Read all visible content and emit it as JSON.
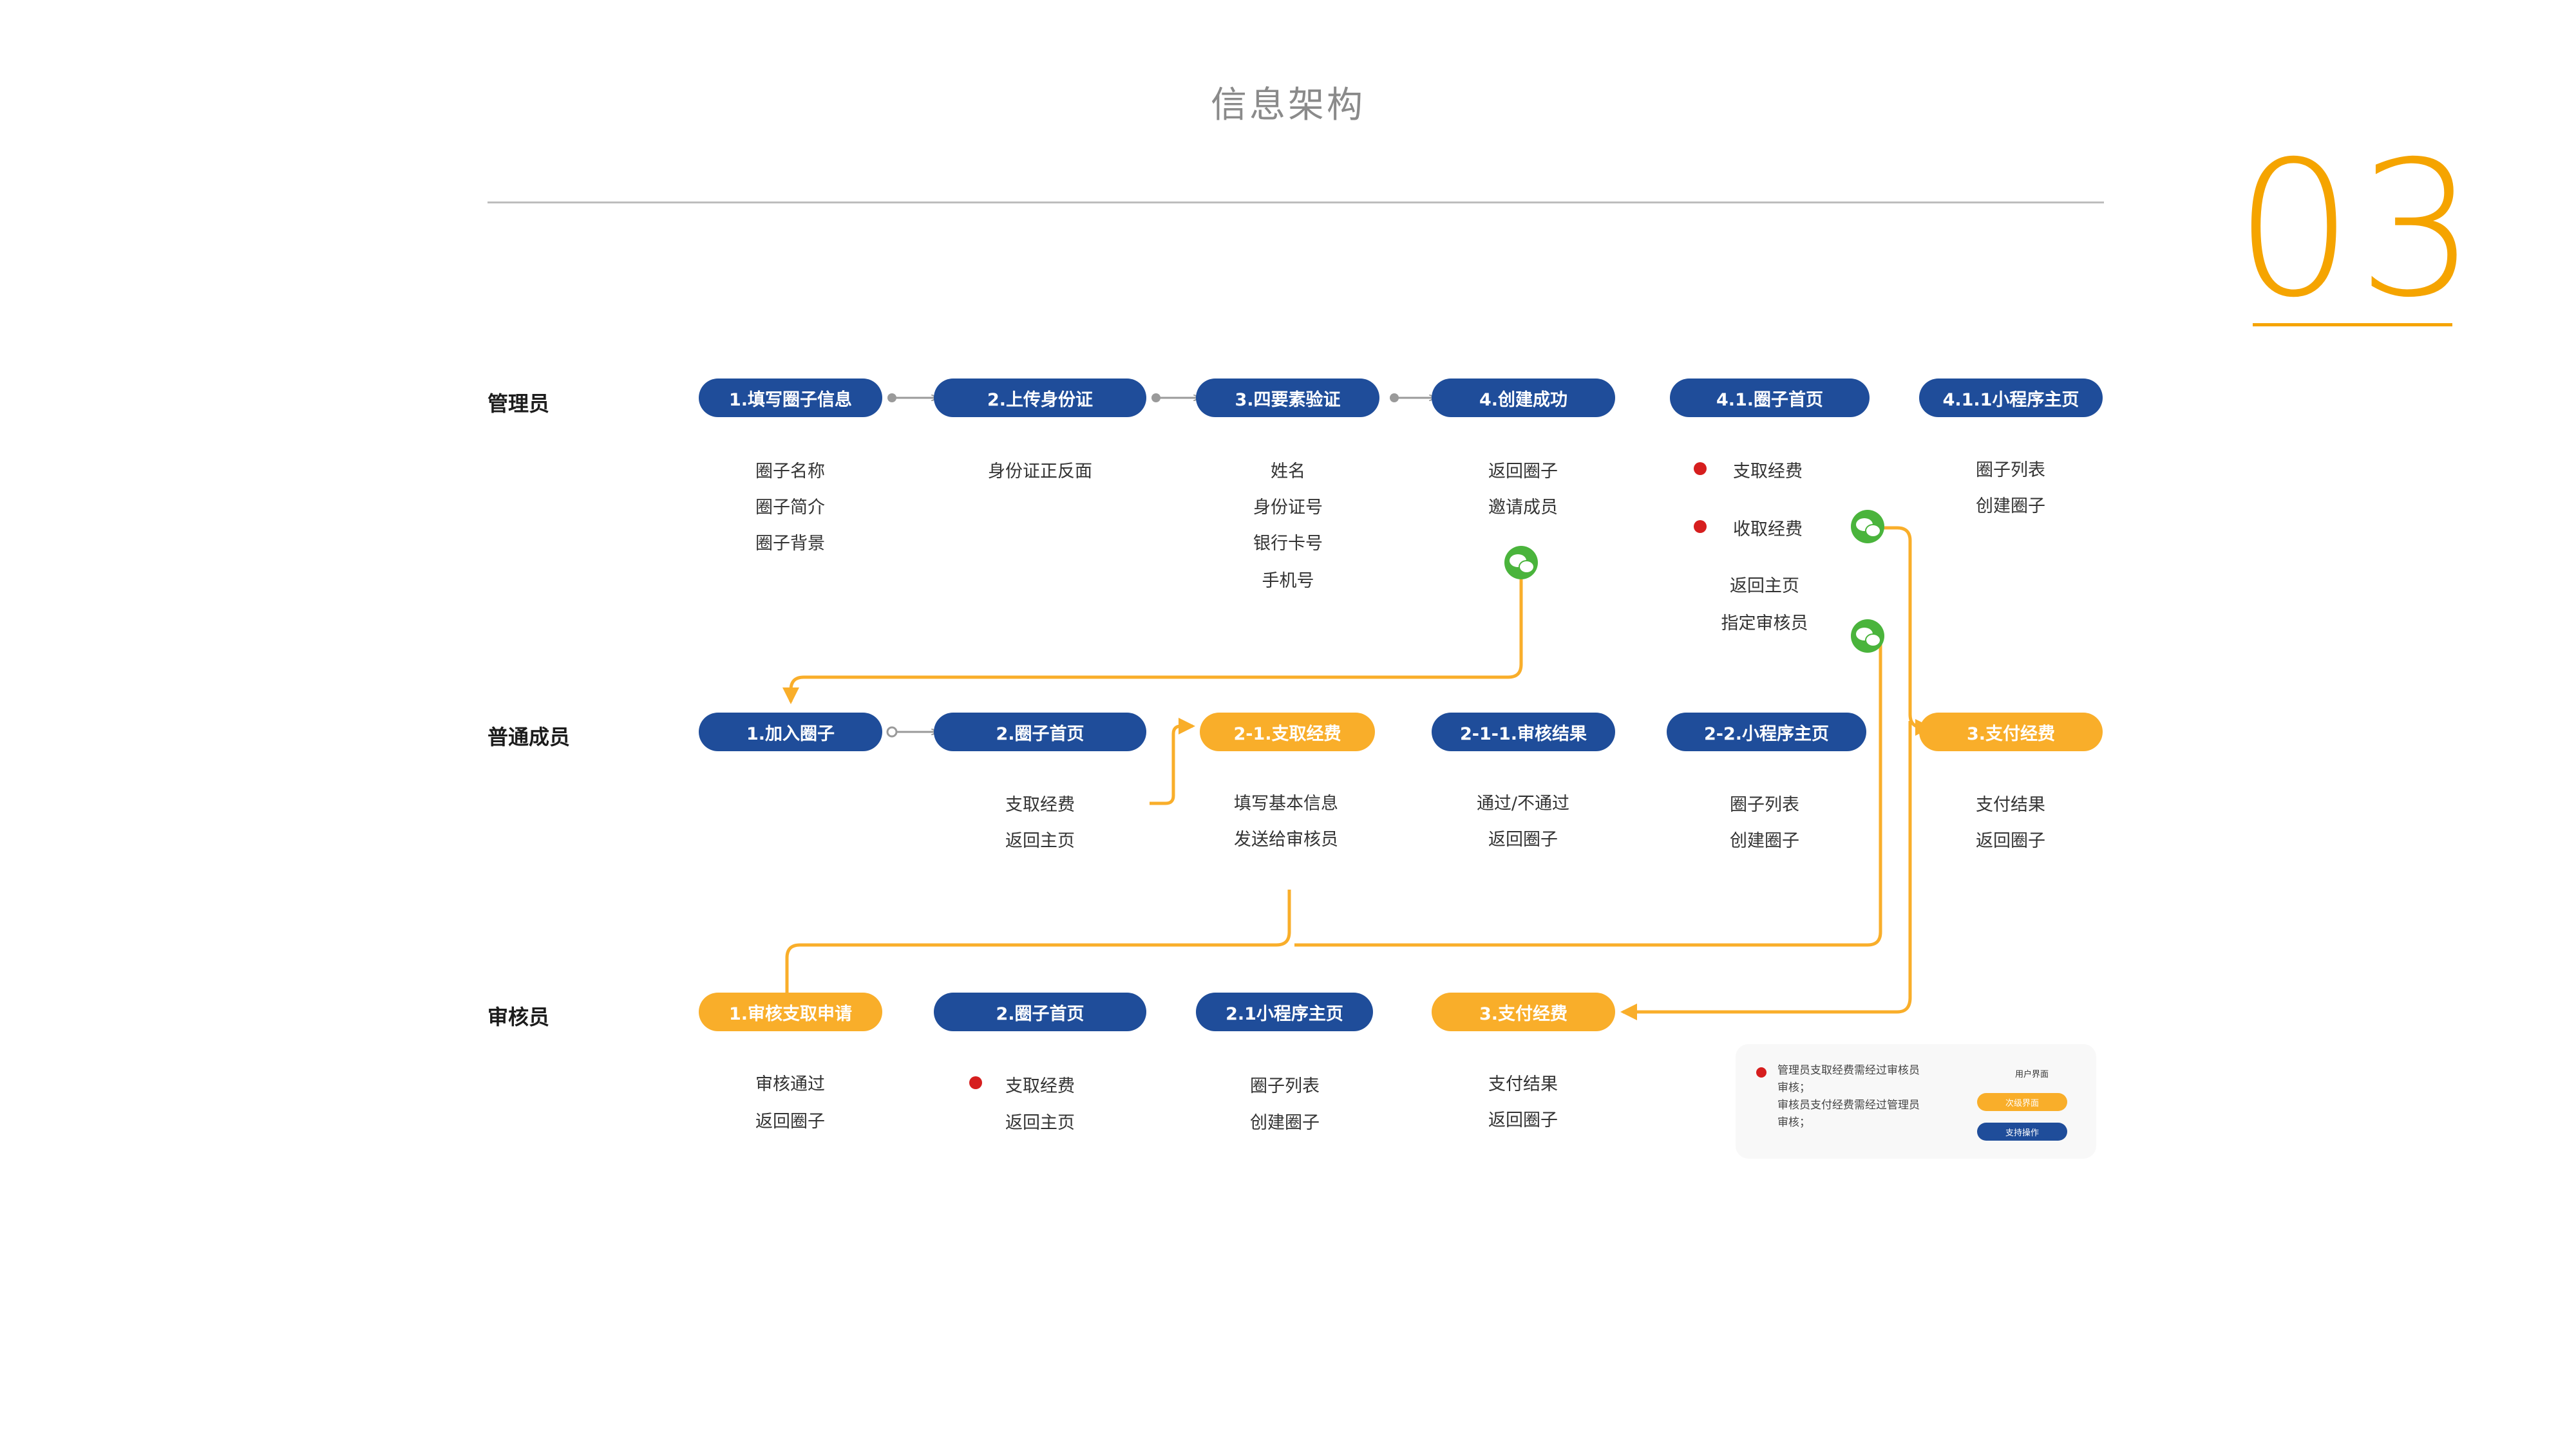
{
  "title": "信息架构",
  "section_number": "03",
  "colors": {
    "primary_blue": "#1f4d9a",
    "accent_orange": "#f9ae2a",
    "highlight_dot": "#d61e1e",
    "wechat_green": "#4ab43c"
  },
  "rows": {
    "admin": "管理员",
    "member": "普通成员",
    "auditor": "审核员"
  },
  "admin_nodes": [
    {
      "label": "1.填写圈子信息",
      "items": [
        "圈子名称",
        "圈子简介",
        "圈子背景"
      ]
    },
    {
      "label": "2.上传身份证",
      "items": [
        "身份证正反面"
      ]
    },
    {
      "label": "3.四要素验证",
      "items": [
        "姓名",
        "身份证号",
        "银行卡号",
        "手机号"
      ]
    },
    {
      "label": "4.创建成功",
      "items": [
        "返回圈子",
        "邀请成员"
      ]
    },
    {
      "label": "4.1.圈子首页",
      "items": [
        "支取经费",
        "收取经费",
        "返回主页",
        "指定审核员"
      ]
    },
    {
      "label": "4.1.1小程序主页",
      "items": [
        "圈子列表",
        "创建圈子"
      ]
    }
  ],
  "member_nodes": [
    {
      "label": "1.加入圈子",
      "items": []
    },
    {
      "label": "2.圈子首页",
      "items": [
        "支取经费",
        "返回主页"
      ]
    },
    {
      "label": "2-1.支取经费",
      "items": [
        "填写基本信息",
        "发送给审核员"
      ]
    },
    {
      "label": "2-1-1.审核结果",
      "items": [
        "通过/不通过",
        "返回圈子"
      ]
    },
    {
      "label": "2-2.小程序主页",
      "items": [
        "圈子列表",
        "创建圈子"
      ]
    },
    {
      "label": "3.支付经费",
      "items": [
        "支付结果",
        "返回圈子"
      ]
    }
  ],
  "auditor_nodes": [
    {
      "label": "1.审核支取申请",
      "items": [
        "审核通过",
        "返回圈子"
      ]
    },
    {
      "label": "2.圈子首页",
      "items": [
        "支取经费",
        "返回主页"
      ]
    },
    {
      "label": "2.1小程序主页",
      "items": [
        "圈子列表",
        "创建圈子"
      ]
    },
    {
      "label": "3.支付经费",
      "items": [
        "支付结果",
        "返回圈子"
      ]
    }
  ],
  "legend": {
    "note_line1": "管理员支取经费需经过审核员",
    "note_line2": "审核；",
    "note_line3": "审核员支付经费需经过管理员",
    "note_line4": "审核；",
    "user_ui": "用户界面",
    "secondary_ui": "次级界面",
    "supported_action": "支持操作"
  },
  "icons": [
    "wechat-icon",
    "red-dot-icon",
    "arrow-icon"
  ]
}
